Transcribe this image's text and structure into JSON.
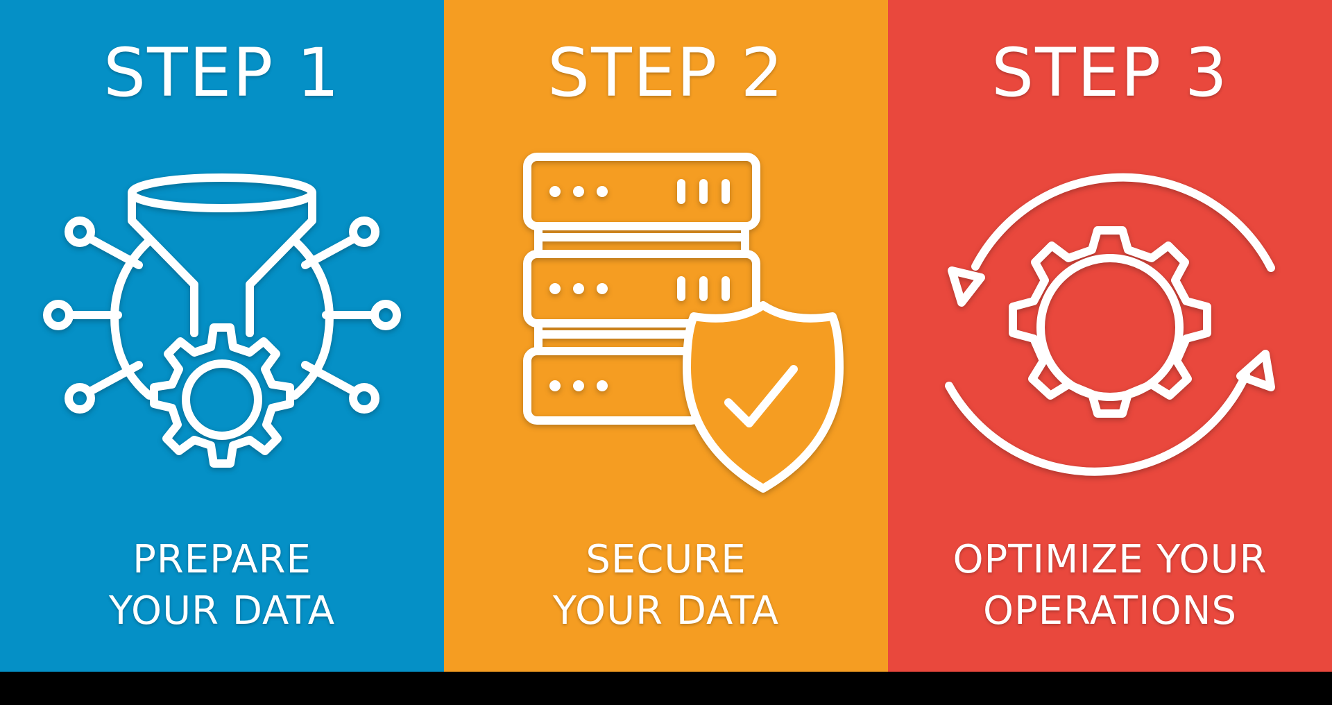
{
  "colors": {
    "step1_bg": "#0590C6",
    "step2_bg": "#F59D22",
    "step3_bg": "#E9483D",
    "foreground": "#FFFFFF",
    "bar": "#000000"
  },
  "steps": [
    {
      "title": "STEP 1",
      "caption_line1": "PREPARE",
      "caption_line2": "YOUR DATA",
      "icon": "funnel-gear-network-icon"
    },
    {
      "title": "STEP 2",
      "caption_line1": "SECURE",
      "caption_line2": "YOUR DATA",
      "icon": "server-shield-check-icon"
    },
    {
      "title": "STEP 3",
      "caption_line1": "OPTIMIZE YOUR",
      "caption_line2": "OPERATIONS",
      "icon": "gear-cycle-arrows-icon"
    }
  ]
}
